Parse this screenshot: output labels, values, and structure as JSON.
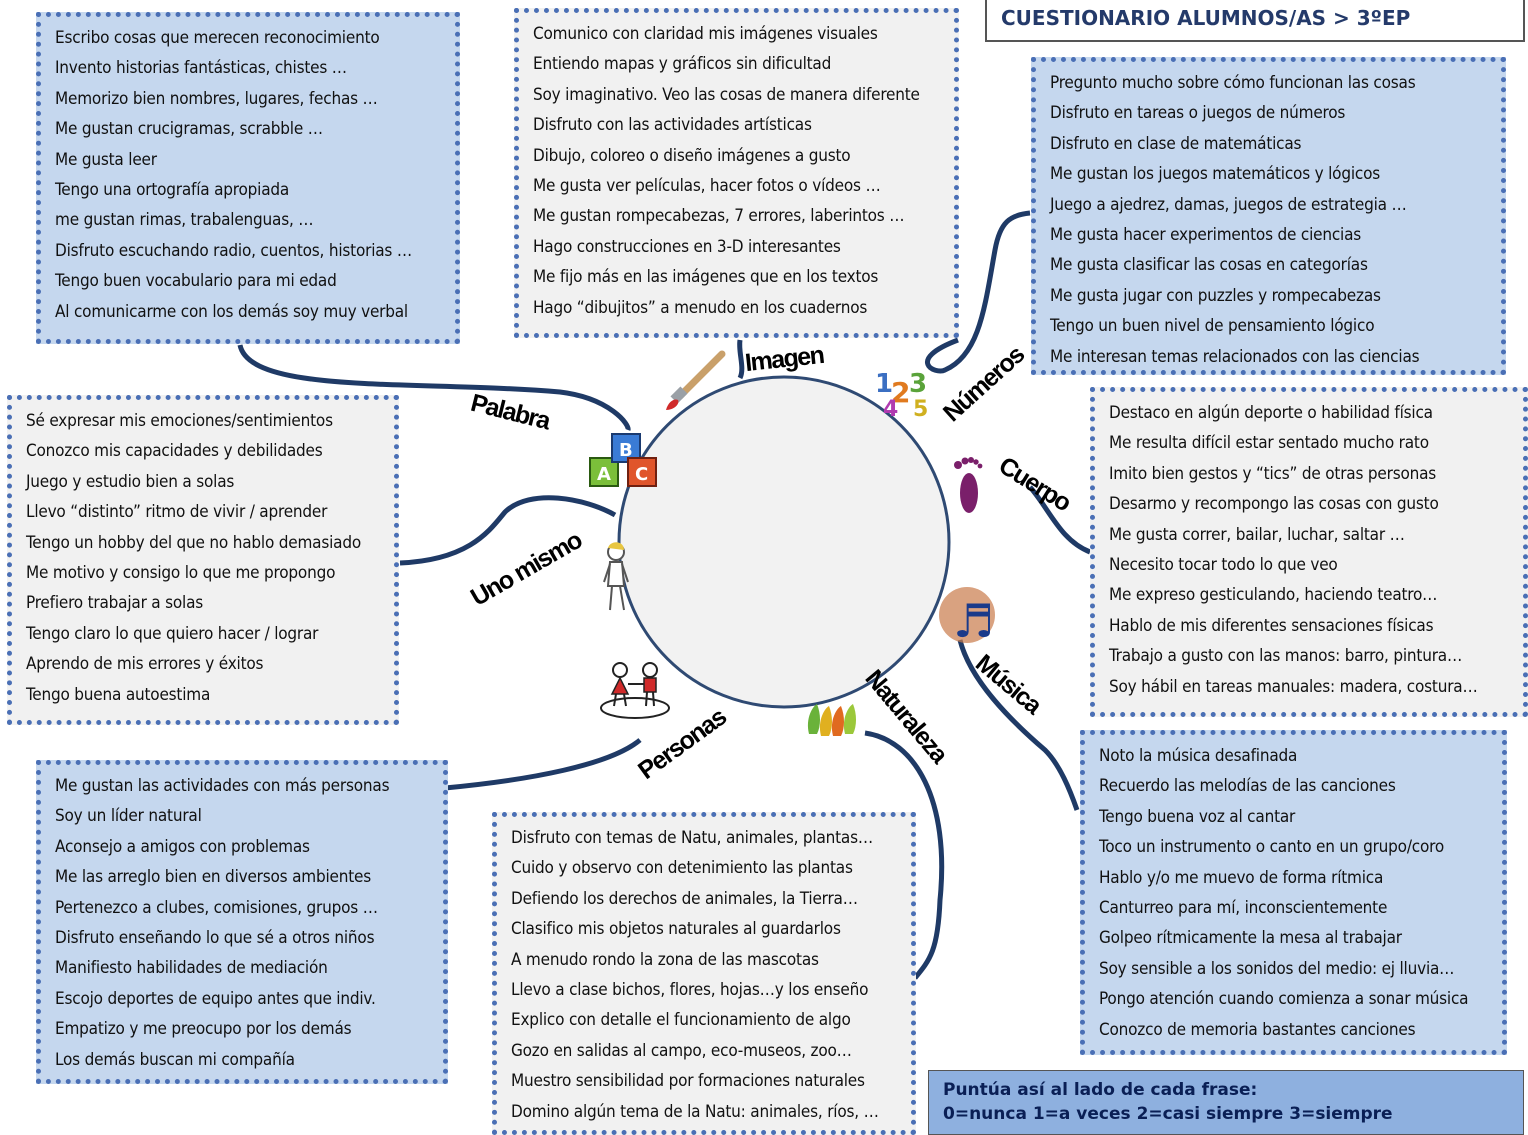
{
  "title": "CUESTIONARIO ALUMNOS/AS  > 3ºEP",
  "legend": {
    "line1": "Puntúa así al lado de cada frase:",
    "line2": "0=nunca  1=a veces  2=casi siempre  3=siempre"
  },
  "labels": {
    "palabra": "Palabra",
    "imagen": "Imagen",
    "numeros": "Números",
    "cuerpo": "Cuerpo",
    "musica": "Música",
    "naturaleza": "Naturaleza",
    "personas": "Personas",
    "uno_mismo": "Uno mismo"
  },
  "icons": {
    "palabra": "abc-blocks-icon",
    "imagen": "paintbrush-icon",
    "numeros": "numbers-icon",
    "cuerpo": "footprint-icon",
    "musica": "treble-clef-icon",
    "naturaleza": "leaves-icon",
    "personas": "children-icon",
    "uno_mismo": "person-icon"
  },
  "boxes": {
    "palabra": [
      "Escribo cosas que merecen reconocimiento",
      "Invento historias fantásticas, chistes …",
      "Memorizo bien nombres, lugares, fechas …",
      "Me gustan crucigramas, scrabble …",
      "Me gusta leer",
      "Tengo una ortografía apropiada",
      "me gustan rimas, trabalenguas, …",
      "Disfruto escuchando radio, cuentos, historias …",
      "Tengo buen vocabulario para mi edad",
      "Al comunicarme con los demás soy muy verbal"
    ],
    "imagen": [
      "Comunico con claridad mis imágenes visuales",
      "Entiendo mapas y gráficos sin dificultad",
      "Soy imaginativo. Veo las cosas de manera diferente",
      "Disfruto con las actividades artísticas",
      "Dibujo, coloreo o diseño imágenes a gusto",
      "Me gusta ver películas, hacer fotos o vídeos …",
      "Me gustan rompecabezas, 7 errores, laberintos …",
      "Hago construcciones en 3-D interesantes",
      "Me fijo más en las imágenes que en los textos",
      "Hago “dibujitos” a menudo en los cuadernos"
    ],
    "numeros": [
      "Pregunto mucho sobre cómo funcionan las cosas",
      "Disfruto en tareas o juegos de números",
      "Disfruto en clase de matemáticas",
      "Me gustan los juegos matemáticos y lógicos",
      "Juego a ajedrez, damas, juegos de estrategia …",
      "Me gusta hacer experimentos de ciencias",
      "Me gusta clasificar las cosas en categorías",
      "Me gusta jugar con puzzles y rompecabezas",
      "Tengo un buen nivel de pensamiento lógico",
      "Me interesan temas relacionados con las ciencias"
    ],
    "uno_mismo": [
      "Sé expresar mis emociones/sentimientos",
      "Conozco mis capacidades y debilidades",
      "Juego y estudio bien a solas",
      "Llevo “distinto” ritmo de vivir / aprender",
      "Tengo un hobby del que no hablo demasiado",
      "Me motivo  y consigo lo que me propongo",
      "Prefiero trabajar a solas",
      "Tengo claro lo que quiero hacer / lograr",
      "Aprendo de mis errores y éxitos",
      "Tengo buena autoestima"
    ],
    "cuerpo": [
      "Destaco en algún deporte o habilidad física",
      "Me resulta difícil estar sentado mucho rato",
      "Imito bien gestos y “tics” de otras personas",
      "Desarmo y recompongo las cosas con gusto",
      "Me gusta correr, bailar, luchar, saltar …",
      "Necesito tocar todo lo que veo",
      "Me expreso gesticulando, haciendo teatro…",
      "Hablo de mis diferentes sensaciones físicas",
      "Trabajo a gusto con las manos: barro, pintura…",
      "Soy hábil en tareas manuales: madera, costura…"
    ],
    "personas": [
      "Me gustan las actividades con más personas",
      "Soy un líder natural",
      "Aconsejo a amigos con problemas",
      "Me las arreglo bien en diversos ambientes",
      "Pertenezco a clubes, comisiones, grupos …",
      "Disfruto enseñando lo que sé a otros niños",
      "Manifiesto habilidades de mediación",
      "Escojo deportes de equipo antes que indiv.",
      "Empatizo y me preocupo por los demás",
      "Los demás buscan mi compañía"
    ],
    "naturaleza": [
      "Disfruto con temas de Natu, animales, plantas…",
      "Cuido y observo con detenimiento las plantas",
      "Defiendo los derechos de animales, la Tierra…",
      "Clasifico mis objetos naturales al guardarlos",
      "A menudo rondo la zona de las mascotas",
      "Llevo a clase bichos, flores, hojas…y los enseño",
      "Explico con detalle el funcionamiento de algo",
      "Gozo en salidas al campo, eco-museos, zoo…",
      "Muestro sensibilidad por formaciones naturales",
      "Domino algún tema de la Natu: animales, ríos, …"
    ],
    "musica": [
      "Noto la música desafinada",
      "Recuerdo las melodías de las canciones",
      "Tengo buena voz al cantar",
      "Toco un instrumento o canto en un grupo/coro",
      "Hablo y/o me muevo de forma rítmica",
      "Canturreo para mí, inconscientemente",
      "Golpeo rítmicamente la mesa al trabajar",
      "Soy sensible a los sonidos del medio: ej lluvia…",
      "Pongo atención cuando comienza a sonar música",
      "Conozco de memoria bastantes canciones"
    ]
  }
}
